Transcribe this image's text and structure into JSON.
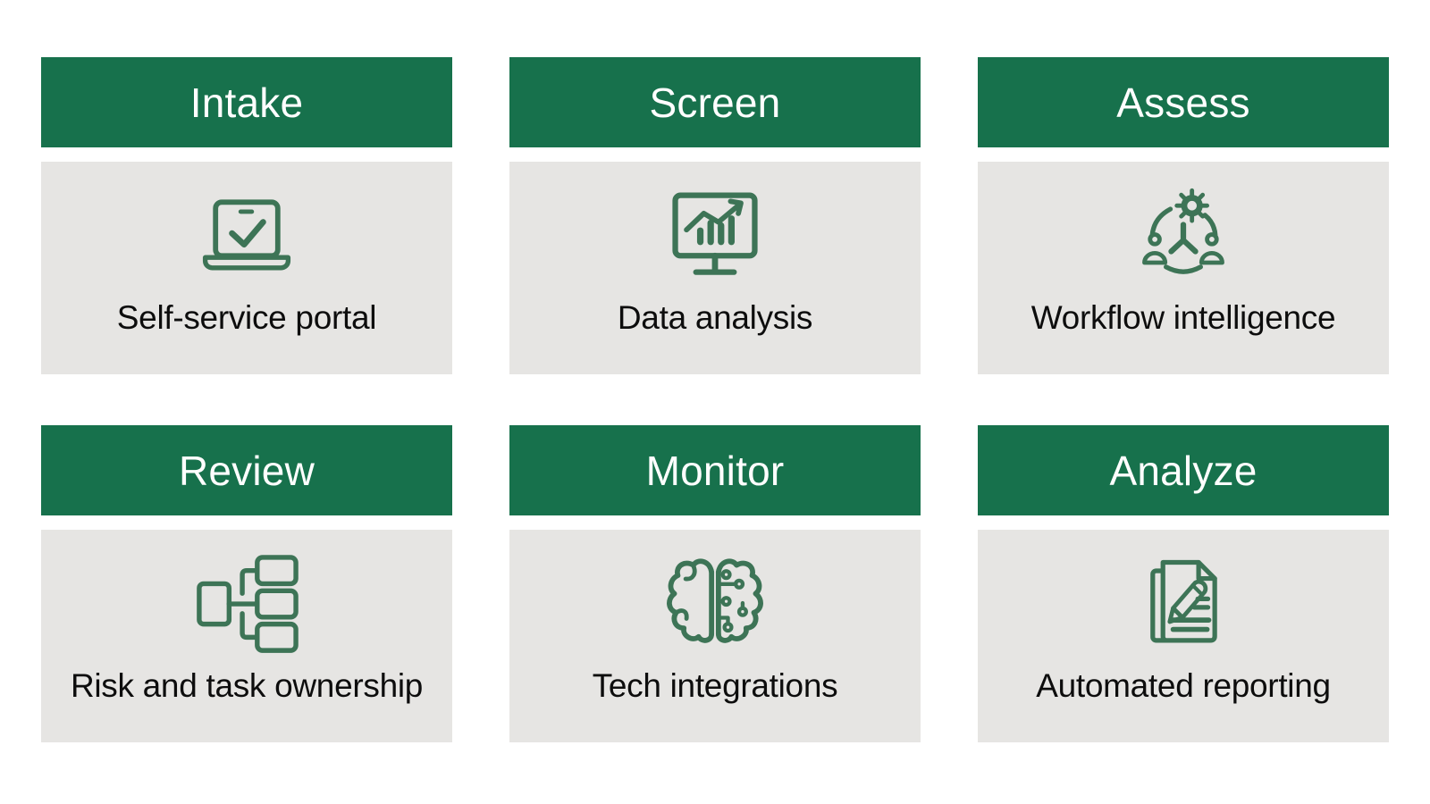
{
  "colors": {
    "header_green": "#17714C",
    "body_gray": "#E6E5E3",
    "icon_green": "#3D7456",
    "label_color": "#0D0D0D",
    "header_text_color": "#FFFFFF",
    "page_background": "#FFFFFF"
  },
  "cards": [
    {
      "title": "Intake",
      "label": "Self-service portal",
      "icon": "laptop-check-icon"
    },
    {
      "title": "Screen",
      "label": "Data analysis",
      "icon": "monitor-chart-icon"
    },
    {
      "title": "Assess",
      "label": "Workflow intelligence",
      "icon": "workflow-gear-people-icon"
    },
    {
      "title": "Review",
      "label": "Risk and task ownership",
      "icon": "hierarchy-icon"
    },
    {
      "title": "Monitor",
      "label": "Tech integrations",
      "icon": "circuit-brain-icon"
    },
    {
      "title": "Analyze",
      "label": "Automated reporting",
      "icon": "document-pencil-icon"
    }
  ]
}
